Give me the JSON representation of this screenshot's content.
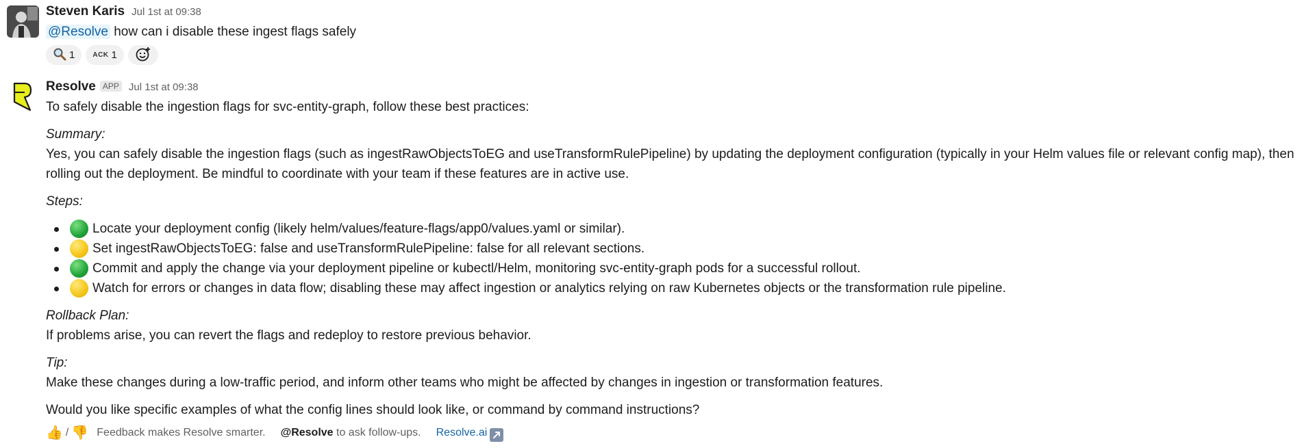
{
  "colors": {
    "mention_fg": "#1264a3",
    "mention_bg": "#e8f5fa",
    "green_dot": "#21a33a",
    "yellow_dot": "#f5c518",
    "resolve_logo_yellow": "#e6ee1e"
  },
  "user_message": {
    "author": "Steven Karis",
    "timestamp": "Jul 1st at 09:38",
    "mention": "@Resolve",
    "text": "how can i disable these ingest flags safely",
    "reactions": [
      {
        "icon": "magnifier-icon",
        "count": "1"
      },
      {
        "icon": "ack-icon",
        "label": "ACK",
        "count": "1"
      }
    ],
    "add_reaction_icon": "add-emoji-icon"
  },
  "bot_message": {
    "author": "Resolve",
    "badge": "APP",
    "timestamp": "Jul 1st at 09:38",
    "intro": "To safely disable the ingestion flags for svc-entity-graph, follow these best practices:",
    "summary_label": "Summary:",
    "summary_text": "Yes, you can safely disable the ingestion flags (such as ingestRawObjectsToEG and useTransformRulePipeline) by updating the deployment configuration (typically in your Helm values file or relevant config map), then rolling out the deployment. Be mindful to coordinate with your team if these features are in active use.",
    "steps_label": "Steps:",
    "steps": [
      {
        "status": "green",
        "text": "Locate your deployment config (likely helm/values/feature-flags/app0/values.yaml or similar)."
      },
      {
        "status": "yellow",
        "text": "Set ingestRawObjectsToEG: false and useTransformRulePipeline: false for all relevant sections."
      },
      {
        "status": "green",
        "text": "Commit and apply the change via your deployment pipeline or kubectl/Helm, monitoring svc-entity-graph pods for a successful rollout."
      },
      {
        "status": "yellow",
        "text": "Watch for errors or changes in data flow; disabling these may affect ingestion or analytics relying on raw Kubernetes objects or the transformation rule pipeline."
      }
    ],
    "rollback_label": "Rollback Plan:",
    "rollback_text": "If problems arise, you can revert the flags and redeploy to restore previous behavior.",
    "tip_label": "Tip:",
    "tip_text": "Make these changes during a low-traffic period, and inform other teams who might be affected by changes in ingestion or transformation features.",
    "closing": "Would you like specific examples of what the config lines should look like, or command by command instructions?",
    "footer": {
      "thumbs_sep": "/",
      "feedback": "Feedback makes Resolve smarter.",
      "mention": "@Resolve",
      "followup": "to ask follow-ups.",
      "link": "Resolve.ai"
    }
  }
}
